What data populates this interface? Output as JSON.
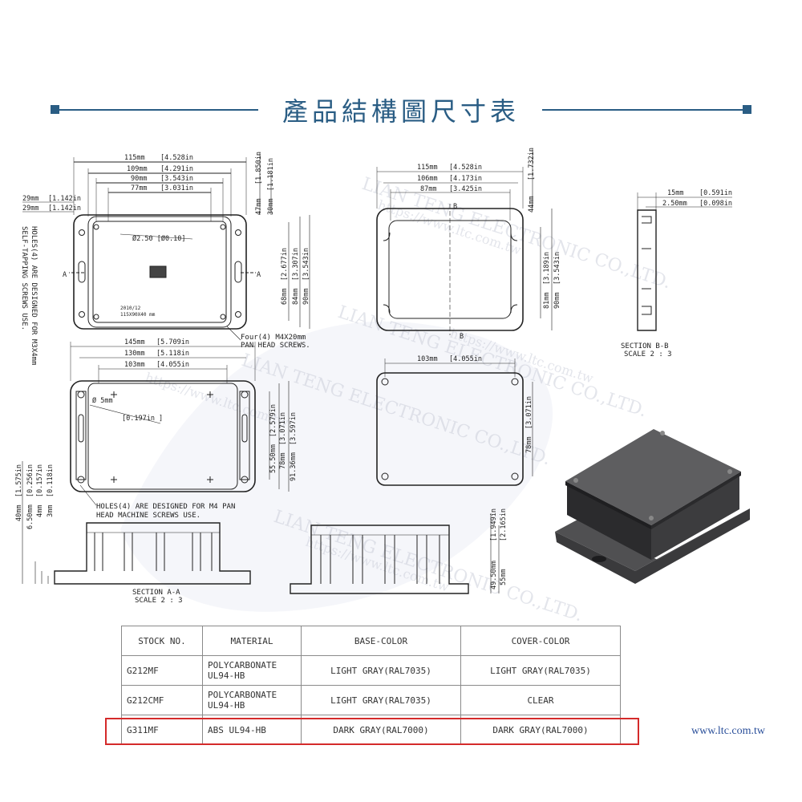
{
  "header": {
    "title": "產品結構圖尺寸表"
  },
  "colors": {
    "accent": "#2a5d84",
    "highlight": "#d42a2a",
    "url": "#2a4f9a"
  },
  "top_view": {
    "dims_h": [
      "115mm",
      "[4.528in",
      "109mm",
      "[4.291in",
      "90mm",
      "[3.543in",
      "77mm",
      "[3.031in",
      "29mm",
      "[1.142in",
      "29mm",
      "[1.142in"
    ],
    "dims_v": [
      "47mm",
      "[1.850in",
      "30mm",
      "[1.181in",
      "68mm",
      "[2.677in",
      "84mm",
      "[3.307in",
      "90mm",
      "[3.543in"
    ],
    "hole_dia": "Ø2.50 [Ø0.10]",
    "section_mark": "A",
    "label_line1": "2010/12",
    "label_line2": "115X90X40 mm",
    "screw_note_1": "Four(4) M4X20mm",
    "screw_note_2": "PAN HEAD SCREWS.",
    "holes_note_1": "HOLES(4) ARE DESIGNED FOR M3X4mm",
    "holes_note_2": "SELF-TAPPING SCREWS USE."
  },
  "base_view": {
    "dims_h": [
      "145mm",
      "[5.709in",
      "130mm",
      "[5.118in",
      "103mm",
      "[4.055in"
    ],
    "dims_v": [
      "55.50mm",
      "[2.579in",
      "78mm",
      "[3.071in",
      "91.36mm",
      "[3.597in"
    ],
    "hole_dia": "Ø 5mm",
    "hole_dia_in": "[0.197in ]",
    "holes_note_1": "HOLES(4) ARE DESIGNED FOR M4 PAN",
    "holes_note_2": "HEAD MACHINE SCREWS USE."
  },
  "cover_view": {
    "dims_h": [
      "115mm",
      "[4.528in",
      "106mm",
      "[4.173in",
      "87mm",
      "[3.425in"
    ],
    "dims_v": [
      "44mm",
      "[1.732in",
      "81mm",
      "[3.189in",
      "90mm",
      "[3.543in"
    ],
    "section_mark": "B"
  },
  "cover_bottom": {
    "dims_h": [
      "103mm",
      "[4.055in"
    ],
    "dims_v": [
      "78mm",
      "[3.071in"
    ]
  },
  "section_b": {
    "dims": [
      "15mm",
      "[0.591in",
      "2.50mm",
      "[0.098in"
    ],
    "title": "SECTION B-B",
    "scale": "SCALE 2 : 3"
  },
  "section_a": {
    "dims_v": [
      "40mm",
      "[1.575in",
      "6.50mm",
      "[0.256in",
      "4mm",
      "[0.157in",
      "3mm",
      "[0.118in"
    ],
    "title": "SECTION A-A",
    "scale": "SCALE 2 : 3"
  },
  "side_view": {
    "dims_v": [
      "49.50mm",
      "[1.949in",
      "55mm",
      "[2.165in"
    ]
  },
  "watermark": {
    "company": "LIAN TENG ELECTRONIC CO.,LTD.",
    "url": "https://www.ltc.com.tw"
  },
  "spec_table": {
    "headers": [
      "STOCK NO.",
      "MATERIAL",
      "BASE-COLOR",
      "COVER-COLOR"
    ],
    "rows": [
      {
        "stock": "G212MF",
        "material_1": "POLYCARBONATE",
        "material_2": "UL94-HB",
        "base": "LIGHT GRAY(RAL7035)",
        "cover": "LIGHT GRAY(RAL7035)"
      },
      {
        "stock": "G212CMF",
        "material_1": "POLYCARBONATE",
        "material_2": "UL94-HB",
        "base": "LIGHT GRAY(RAL7035)",
        "cover": "CLEAR"
      },
      {
        "stock": "G311MF",
        "material_1": "ABS UL94-HB",
        "material_2": "",
        "base": "DARK GRAY(RAL7000)",
        "cover": "DARK GRAY(RAL7000)"
      }
    ],
    "highlighted_row": 3
  },
  "footer": {
    "url": "www.ltc.com.tw"
  }
}
